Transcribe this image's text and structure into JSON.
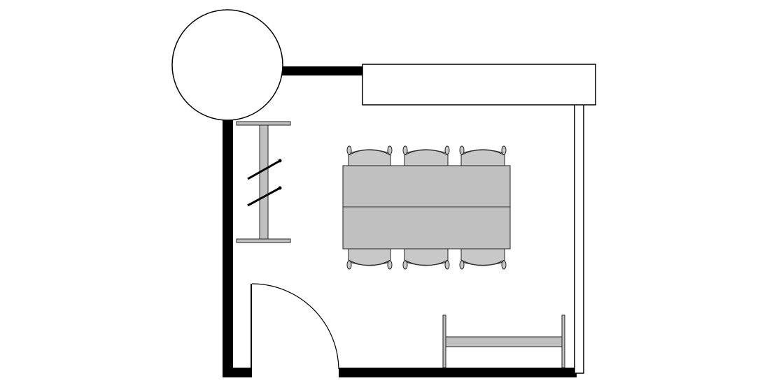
{
  "colors": {
    "background": "#ffffff",
    "wall": "#000000",
    "furniture_fill": "#c0c0c0",
    "furniture_stroke": "#222222"
  },
  "floor_plan": {
    "elements": [
      {
        "name": "circular-column",
        "kind": "circle"
      },
      {
        "name": "top-wall",
        "kind": "thick-wall"
      },
      {
        "name": "left-wall",
        "kind": "thick-wall"
      },
      {
        "name": "bottom-wall",
        "kind": "thick-wall"
      },
      {
        "name": "counter-top",
        "kind": "outlined-block"
      },
      {
        "name": "right-wall",
        "kind": "thin-wall"
      },
      {
        "name": "coat-rack",
        "kind": "furniture",
        "hangers": 2
      },
      {
        "name": "dining-table",
        "kind": "furniture",
        "sections": 2
      },
      {
        "name": "chairs",
        "kind": "furniture",
        "count": 6
      },
      {
        "name": "door-swing",
        "kind": "door"
      },
      {
        "name": "bench",
        "kind": "furniture"
      }
    ]
  }
}
